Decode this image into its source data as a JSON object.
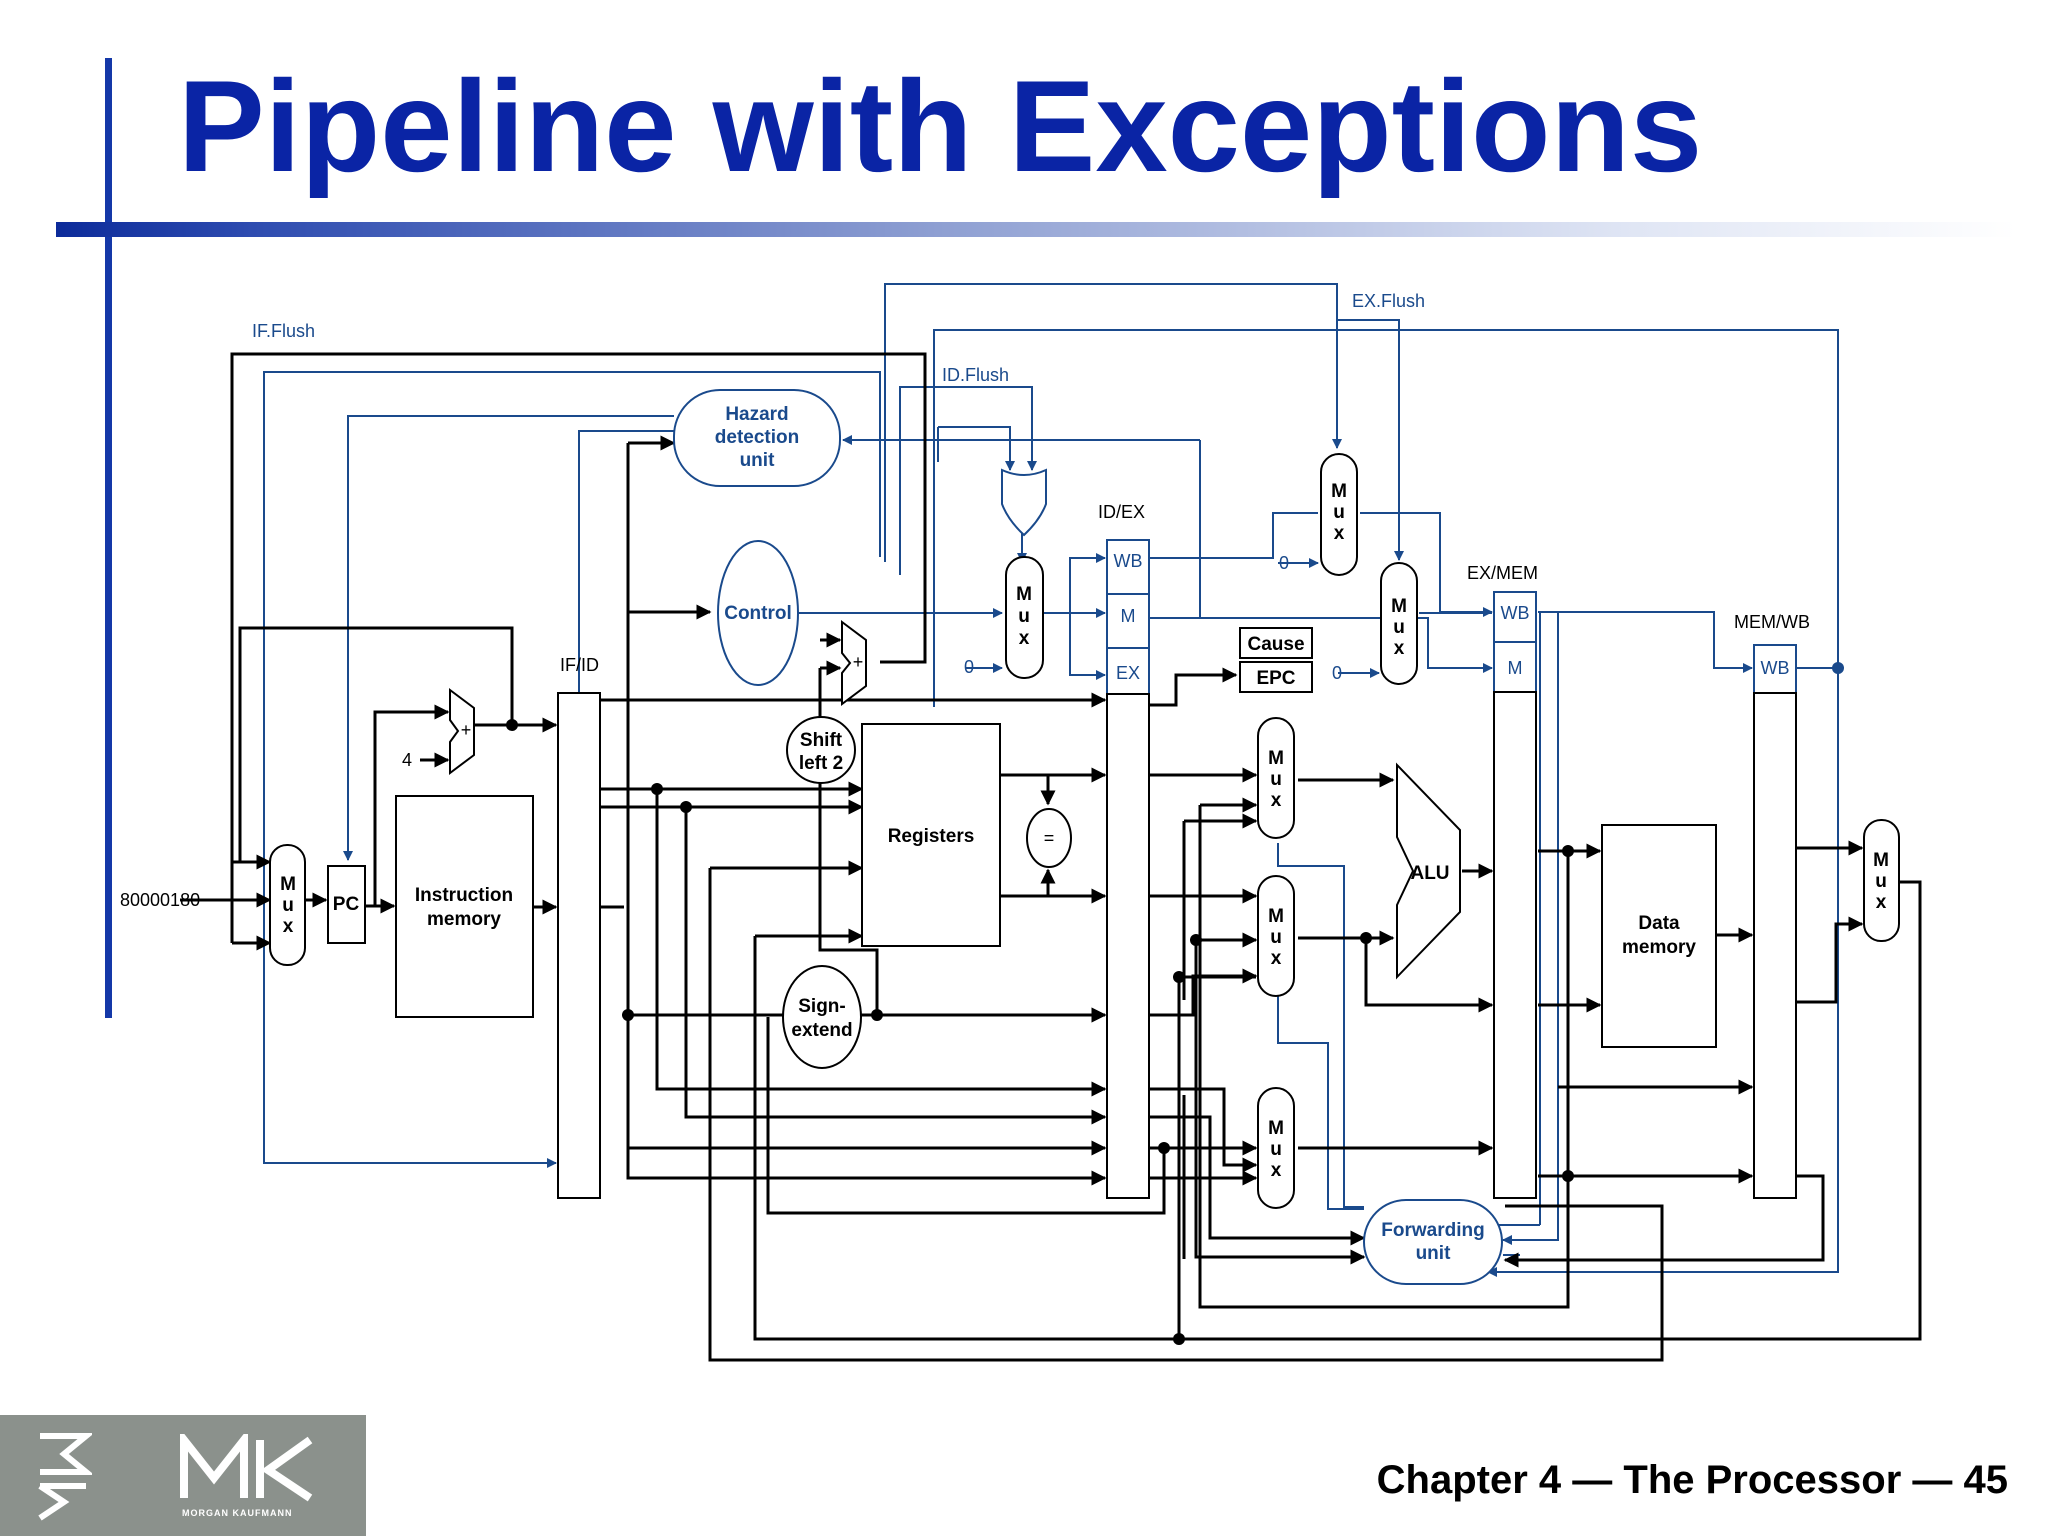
{
  "slide": {
    "title": "Pipeline with Exceptions",
    "footer": "Chapter 4 — The Processor — 45",
    "accent_color": "#0a24a5"
  },
  "logo": {
    "name": "morgan-kaufmann-logo",
    "text": "MK",
    "subtext": "MORGAN KAUFMANN",
    "background": "#8b918c"
  },
  "diagram": {
    "signals": {
      "if_flush": "IF.Flush",
      "id_flush": "ID.Flush",
      "ex_flush": "EX.Flush"
    },
    "units": {
      "hazard": [
        "Hazard",
        "detection",
        "unit"
      ],
      "control": "Control",
      "instruction_memory": [
        "Instruction",
        "memory"
      ],
      "registers": "Registers",
      "shift": [
        "Shift",
        "left 2"
      ],
      "sign_extend": [
        "Sign-",
        "extend"
      ],
      "alu": "ALU",
      "data_memory": [
        "Data",
        "memory"
      ],
      "forwarding": [
        "Forwarding",
        "unit"
      ],
      "pc": "PC",
      "cause": "Cause",
      "epc": "EPC",
      "equal": "="
    },
    "registers": {
      "if_id": "IF/ID",
      "id_ex": "ID/EX",
      "ex_mem": "EX/MEM",
      "mem_wb": "MEM/WB"
    },
    "fields": {
      "wb": "WB",
      "m": "M",
      "ex": "EX"
    },
    "mux_letters": [
      "M",
      "u",
      "x"
    ],
    "constants": {
      "exception_address": "80000180",
      "pc_increment": "4",
      "zero": "0",
      "adder": "+"
    },
    "colors": {
      "datapath": "#000000",
      "control": "#1a4a8c"
    }
  }
}
